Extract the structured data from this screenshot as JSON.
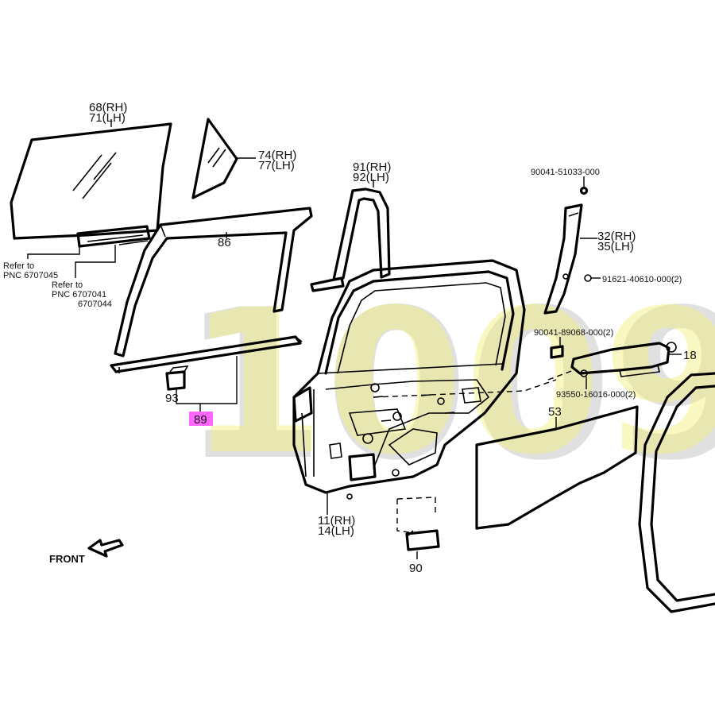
{
  "labels": {
    "p68": "68(RH)",
    "p71": "71(LH)",
    "p74": "74(RH)",
    "p77": "77(LH)",
    "p91": "91(RH)",
    "p92": "92(LH)",
    "p86": "86",
    "p93": "93",
    "p89": "89",
    "p32": "32(RH)",
    "p35": "35(LH)",
    "p18": "18",
    "p53": "53",
    "p11": "11(RH)",
    "p14": "14(LH)",
    "p90": "90",
    "bolt1": "90041-51033-000",
    "bolt2": "91621-40610-000(2)",
    "bolt3": "90041-89068-000(2)",
    "bolt4": "93550-16016-000(2)",
    "ref1_a": "Refer to",
    "ref1_b": "PNC 6707045",
    "ref2_a": "Refer to",
    "ref2_b": "PNC 6707041",
    "ref2_c": "6707044",
    "front": "FRONT"
  },
  "watermark": "1009",
  "colors": {
    "highlight": "#ff66ff",
    "line": "#000000",
    "watermark_gray": "#9a9a9a",
    "watermark_yellow": "#f4f07a"
  }
}
